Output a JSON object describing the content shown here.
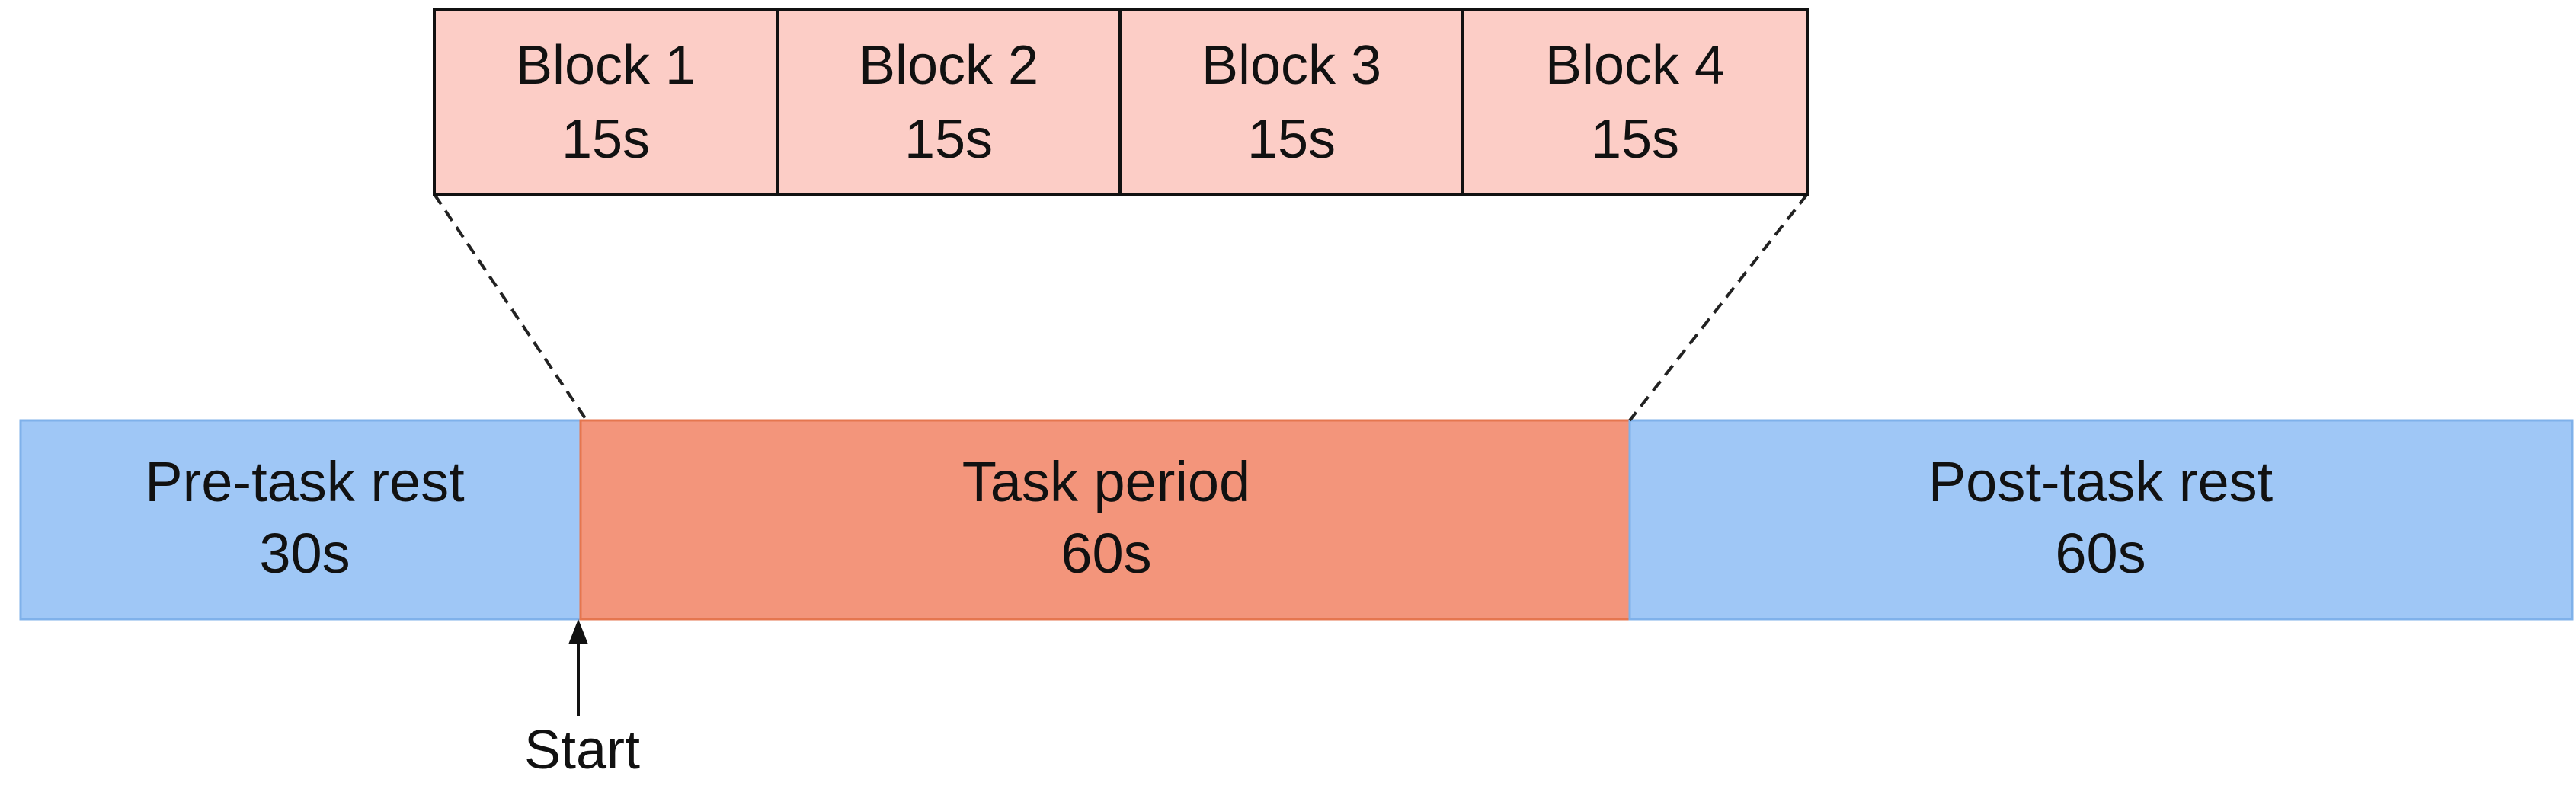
{
  "timeline": {
    "segments": [
      {
        "label": "Pre-task rest",
        "duration": "30s",
        "seconds": 30,
        "color": "#9fc7f6",
        "border": "#7fb1ea"
      },
      {
        "label": "Task period",
        "duration": "60s",
        "seconds": 60,
        "color": "#f3957b",
        "border": "#e5764f"
      },
      {
        "label": "Post-task rest",
        "duration": "60s",
        "seconds": 60,
        "color": "#9fc7f6",
        "border": "#7fb1ea"
      }
    ]
  },
  "blocks": {
    "items": [
      {
        "label": "Block 1",
        "duration": "15s"
      },
      {
        "label": "Block 2",
        "duration": "15s"
      },
      {
        "label": "Block 3",
        "duration": "15s"
      },
      {
        "label": "Block 4",
        "duration": "15s"
      }
    ],
    "color": "#fccdc6",
    "border": "#111111"
  },
  "start_marker": {
    "label": "Start"
  }
}
